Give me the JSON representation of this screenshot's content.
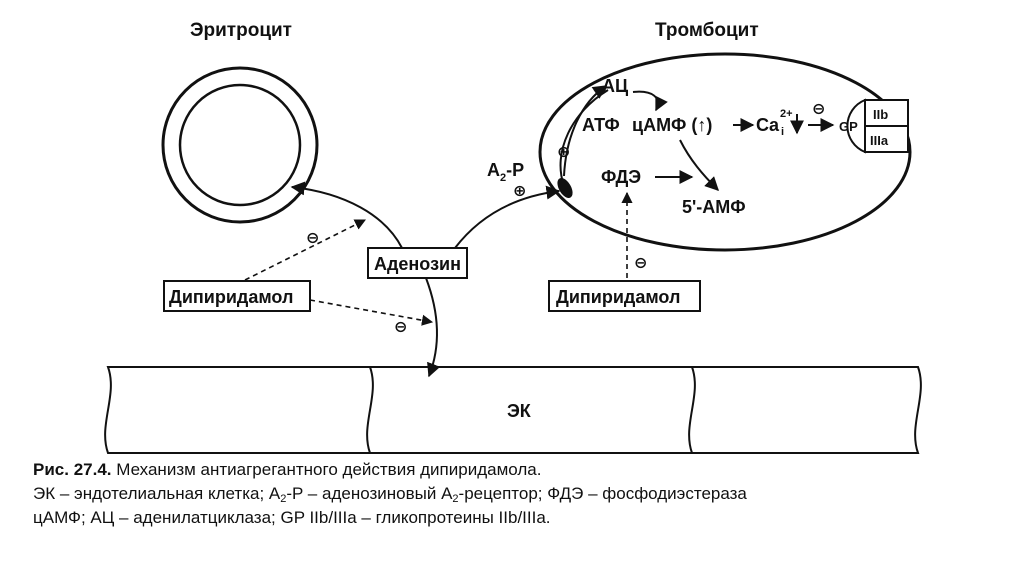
{
  "diagram": {
    "erythrocyte_title": "Эритроцит",
    "platelet_title": "Тромбоцит",
    "ac": "АЦ",
    "atp": "АТФ",
    "camp": "цАМФ (↑)",
    "ca": "Ca",
    "ca_sup": "2+",
    "ca_sub": "i",
    "gp": "GP",
    "gp_iib": "IIb",
    "gp_iiia": "IIIa",
    "pde": "ФДЭ",
    "amp5": "5'-АМФ",
    "a2_receptor_main": "A",
    "a2_receptor_sub": "2",
    "a2_receptor_tail": "-P",
    "plus": "⊕",
    "minus": "⊖",
    "adenosine": "Аденозин",
    "dipyridamole": "Дипиридамол",
    "endothelium": "ЭК"
  },
  "caption": {
    "figure_ref": "Рис. 27.4.",
    "title": " Механизм антиагрегантного действия дипиридамола.",
    "l2_a": "ЭК – эндотелиальная клетка; A",
    "l2_sub1": "2",
    "l2_b": "-P – аденозиновый A",
    "l2_sub2": "2",
    "l2_c": "-рецептор; ФДЭ – фосфодиэстераза",
    "l3": "цАМФ; АЦ – аденилатциклаза; GP IIb/IIIa – гликопротеины IIb/IIIa."
  }
}
